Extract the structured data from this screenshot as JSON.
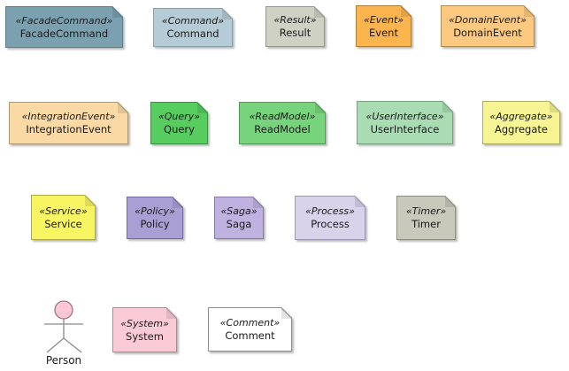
{
  "diagram": {
    "background": "#ffffff",
    "text_color": "#1a1a1a"
  },
  "notes": [
    {
      "id": "facade-command",
      "stereotype": "«FacadeCommand»",
      "label": "FacadeCommand",
      "fill": "#7ba1b0",
      "border": "#5c7f8d"
    },
    {
      "id": "command",
      "stereotype": "«Command»",
      "label": "Command",
      "fill": "#b5cbd5",
      "border": "#86a0ac"
    },
    {
      "id": "result",
      "stereotype": "«Result»",
      "label": "Result",
      "fill": "#cfd1c5",
      "border": "#96988c"
    },
    {
      "id": "event",
      "stereotype": "«Event»",
      "label": "Event",
      "fill": "#fcb44f",
      "border": "#ad7f35"
    },
    {
      "id": "domain-event",
      "stereotype": "«DomainEvent»",
      "label": "DomainEvent",
      "fill": "#fdc981",
      "border": "#ad8d52"
    },
    {
      "id": "integration-event",
      "stereotype": "«IntegrationEvent»",
      "label": "IntegrationEvent",
      "fill": "#fbd9a5",
      "border": "#ad9a6e"
    },
    {
      "id": "query",
      "stereotype": "«Query»",
      "label": "Query",
      "fill": "#57cd60",
      "border": "#3c9144"
    },
    {
      "id": "read-model",
      "stereotype": "«ReadModel»",
      "label": "ReadModel",
      "fill": "#78d37d",
      "border": "#4f9a55"
    },
    {
      "id": "user-interface",
      "stereotype": "«UserInterface»",
      "label": "UserInterface",
      "fill": "#a9dcb3",
      "border": "#76a37f"
    },
    {
      "id": "aggregate",
      "stereotype": "«Aggregate»",
      "label": "Aggregate",
      "fill": "#f6f493",
      "border": "#aeac62"
    },
    {
      "id": "service",
      "stereotype": "«Service»",
      "label": "Service",
      "fill": "#f8f563",
      "border": "#aeab40"
    },
    {
      "id": "policy",
      "stereotype": "«Policy»",
      "label": "Policy",
      "fill": "#a99fd5",
      "border": "#746a9e"
    },
    {
      "id": "saga",
      "stereotype": "«Saga»",
      "label": "Saga",
      "fill": "#bfb2e0",
      "border": "#877aa8"
    },
    {
      "id": "process",
      "stereotype": "«Process»",
      "label": "Process",
      "fill": "#d8d2ea",
      "border": "#9d96b5"
    },
    {
      "id": "timer",
      "stereotype": "«Timer»",
      "label": "Timer",
      "fill": "#c8c8bb",
      "border": "#8e8e7d"
    },
    {
      "id": "system",
      "stereotype": "«System»",
      "label": "System",
      "fill": "#fbcad7",
      "border": "#ad8a97"
    },
    {
      "id": "comment",
      "stereotype": "«Comment»",
      "label": "Comment",
      "fill": "#ffffff",
      "border": "#8f8f8f"
    }
  ],
  "actor": {
    "label": "Person",
    "head_fill": "#fbc7d4",
    "head_border": "#9e7583",
    "stroke": "#8a8a8a"
  }
}
